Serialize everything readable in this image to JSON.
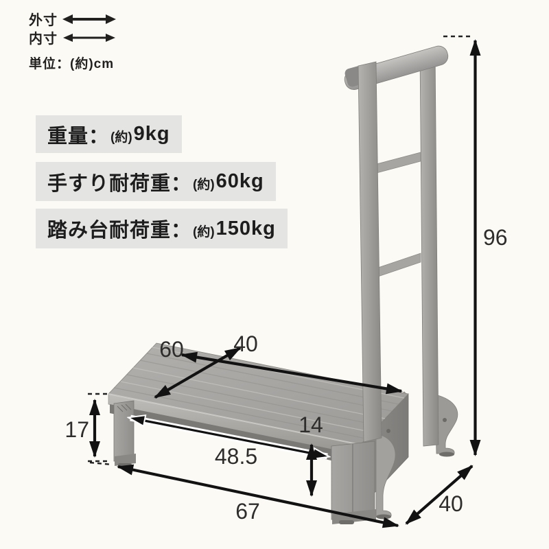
{
  "legend": {
    "outer_label": "外寸",
    "inner_label": "内寸",
    "unit_label": "単位：(約)cm"
  },
  "spec_boxes": [
    {
      "label": "重量：",
      "approx": "(約)",
      "value": "9kg"
    },
    {
      "label": "手すり耐荷重：",
      "approx": "(約)",
      "value": "60kg"
    },
    {
      "label": "踏み台耐荷重：",
      "approx": "(約)",
      "value": "150kg"
    }
  ],
  "dimensions": {
    "overall_height": "96",
    "top_width": "60",
    "top_depth": "40",
    "step_height": "17",
    "inner_width": "48.5",
    "inner_clearance_height": "14",
    "overall_width": "67",
    "base_depth": "40"
  },
  "colors": {
    "background": "#fbfaf5",
    "box_background": "#e4e4e2",
    "arrow": "#121212",
    "label_text": "#2e2d2c",
    "wood_light": "#c2c0bd",
    "wood_mid": "#a09e9b",
    "wood_dark": "#84827f"
  }
}
